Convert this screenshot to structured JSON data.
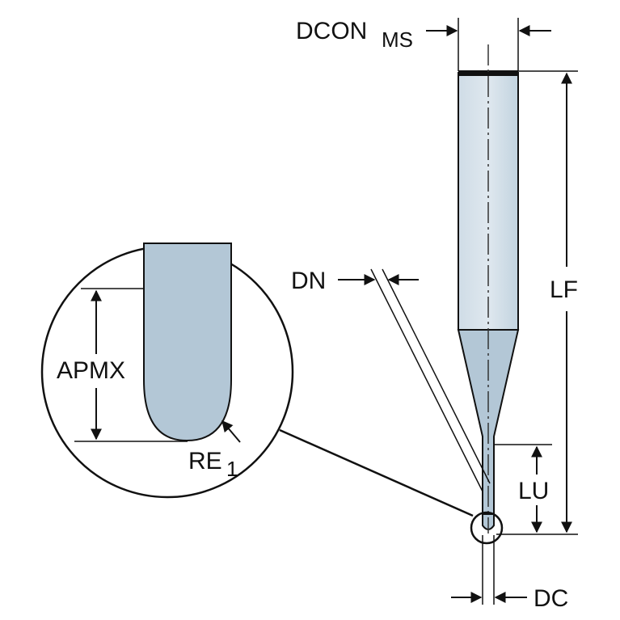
{
  "diagram": {
    "title": "Ball nose end mill dimensions",
    "colors": {
      "body_fill": "#b3c7d6",
      "body_fill_light": "#cfdce6",
      "outline": "#111111",
      "background": "#ffffff"
    },
    "labels": {
      "dcon_main": "DCON",
      "dcon_sub": "MS",
      "dn": "DN",
      "lf": "LF",
      "lu": "LU",
      "dc": "DC",
      "apmx": "APMX",
      "re_main": "RE",
      "re_sub": "1"
    }
  }
}
